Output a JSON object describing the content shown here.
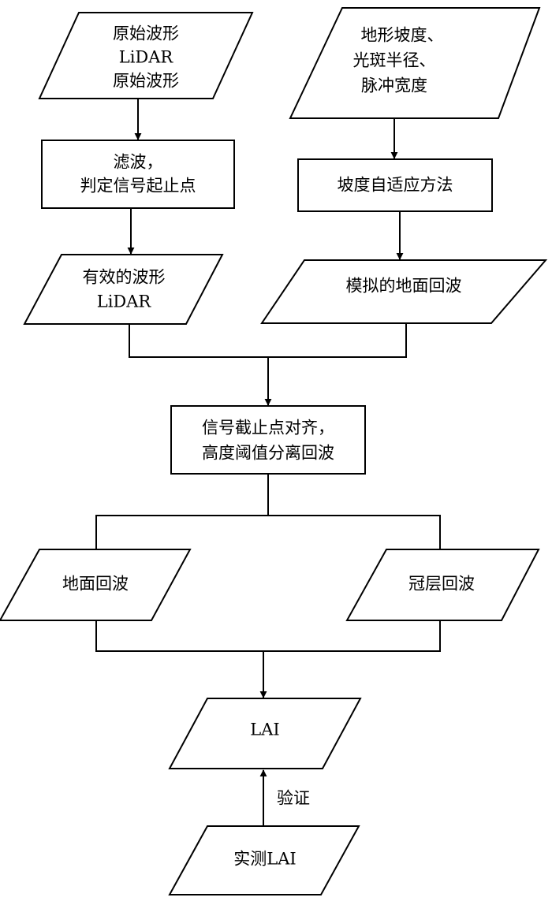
{
  "nodes": {
    "raw_waveform": {
      "lines": [
        "原始波形",
        "LiDAR",
        "原始波形"
      ]
    },
    "terrain_params": {
      "lines": [
        "地形坡度、",
        "光斑半径、",
        "脉冲宽度"
      ]
    },
    "filter": {
      "lines": [
        "滤波，",
        "判定信号起止点"
      ]
    },
    "slope_adaptive": {
      "lines": [
        "坡度自适应方法"
      ]
    },
    "valid_waveform": {
      "lines": [
        "有效的波形",
        "LiDAR"
      ]
    },
    "simulated_ground": {
      "lines": [
        "模拟的地面回波"
      ]
    },
    "align_separate": {
      "lines": [
        "信号截止点对齐，",
        "高度阈值分离回波"
      ]
    },
    "ground_echo": {
      "lines": [
        "地面回波"
      ]
    },
    "canopy_echo": {
      "lines": [
        "冠层回波"
      ]
    },
    "lai": {
      "lines": [
        "LAI"
      ]
    },
    "measured_lai": {
      "lines": [
        "实测LAI"
      ]
    }
  },
  "edge_labels": {
    "validation": "验证"
  }
}
